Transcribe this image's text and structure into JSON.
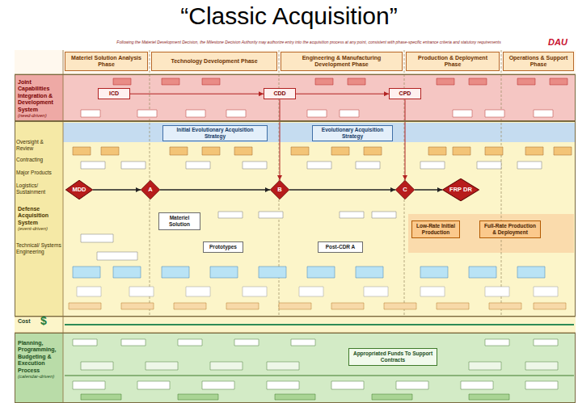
{
  "diagram": {
    "title": "“Classic Acquisition”",
    "nodes": [
      {
        "text": [
          "Materiel Solution Analysis Phase"
        ]
      },
      {
        "text": [
          "Technology Development Phase"
        ]
      },
      {
        "text": [
          "Engineering & Manufacturing Development Phase"
        ]
      },
      {
        "text": [
          "Production & Deployment Phase"
        ]
      },
      {
        "text": [
          "Operations & Support Phase"
        ]
      },
      {
        "text": [
          "Joint Capabilities Integration & Development System",
          "(need-driven)"
        ]
      },
      {
        "text": [
          "ICD"
        ],
        "in": 5
      },
      {
        "text": [
          "CDD"
        ],
        "in": 5
      },
      {
        "text": [
          "CPD"
        ],
        "in": 5
      },
      {
        "text": [
          "Defense Acquisition System",
          "(event-driven)"
        ]
      },
      {
        "text": [
          "Initial Evolutionary Acquisition Strategy"
        ],
        "in": 9
      },
      {
        "text": [
          "Evolutionary Acquisition Strategy"
        ],
        "in": 9
      },
      {
        "text": [
          "MDD"
        ],
        "in": 9
      },
      {
        "text": [
          "A"
        ],
        "in": 9
      },
      {
        "text": [
          "Materiel Solution"
        ],
        "in": 9
      },
      {
        "text": [
          "Prototypes"
        ],
        "in": 9
      },
      {
        "text": [
          "B"
        ],
        "in": 9
      },
      {
        "text": [
          "Post-CDR A"
        ],
        "in": 9
      },
      {
        "text": [
          "C"
        ],
        "in": 9
      },
      {
        "text": [
          "Low-Rate Initial Production"
        ],
        "in": 9
      },
      {
        "text": [
          "FRP DR"
        ],
        "in": 9
      },
      {
        "text": [
          "Full-Rate Production & Deployment"
        ],
        "in": 9
      },
      {
        "text": [
          "Planning, Programming, Budgeting & Execution Process",
          "(calendar-driven)"
        ]
      },
      {
        "text": [
          "Appropriated Funds To Support Contracts"
        ],
        "in": 22
      }
    ],
    "edges": [
      {
        "from": 12,
        "to": 13,
        "arrow": "to"
      },
      {
        "from": 13,
        "to": 16,
        "arrow": "to"
      },
      {
        "from": 16,
        "to": 18,
        "arrow": "to"
      },
      {
        "from": 18,
        "to": 20,
        "arrow": "to"
      },
      {
        "from": 6,
        "to": 7,
        "arrow": "to"
      },
      {
        "from": 7,
        "to": 8,
        "arrow": "to"
      },
      {
        "from": 7,
        "to": 16,
        "arrow": "to"
      },
      {
        "from": 8,
        "to": 18,
        "arrow": "to"
      }
    ],
    "labels": [
      "Following the Materiel Development Decision, the Milestone Decision Authority may authorize entry into the acquisition process at any point, consistent with phase-specific entrance criteria and statutory requirements",
      "DAU",
      "Oversight & Review",
      "Contracting",
      "Major Products",
      "Logistics/ Sustainment",
      "Technical/ Systems Engineering",
      "Cost",
      "$"
    ]
  }
}
